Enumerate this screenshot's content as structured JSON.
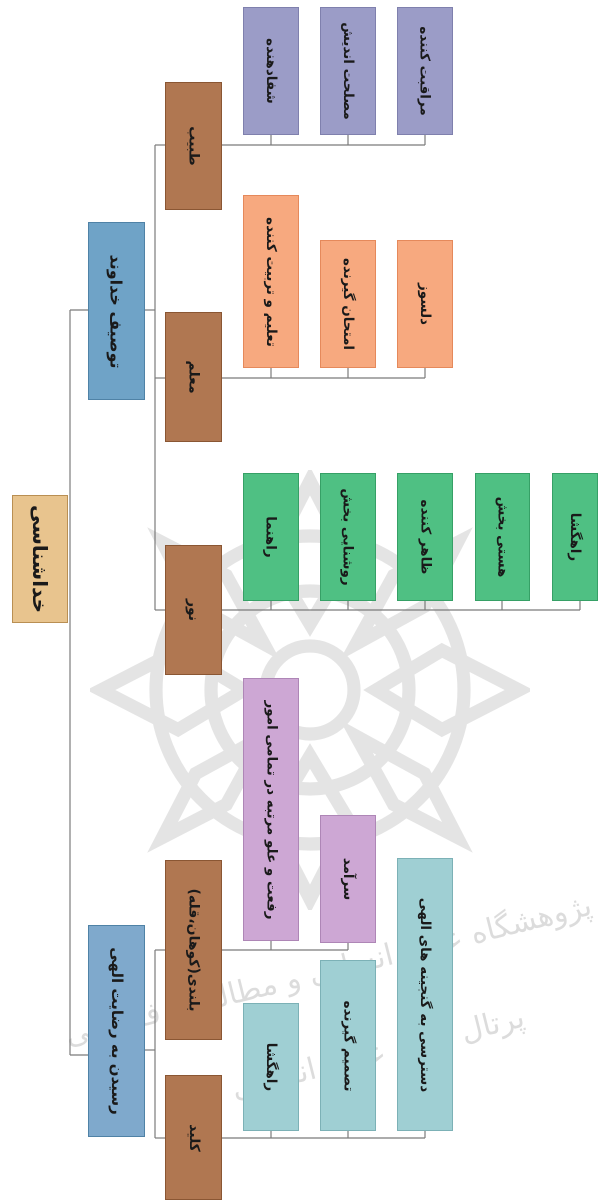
{
  "root": "خداشناسی",
  "branches": [
    {
      "label": "توصیف خداوند",
      "children": [
        {
          "label": "طبیب",
          "leaves": [
            "شفادهنده",
            "مصلحت اندیش",
            "مراقبت کننده"
          ]
        },
        {
          "label": "معلم",
          "leaves": [
            "تعلیم و تربیت کننده",
            "امتحان گیرنده",
            "دلسوز"
          ]
        },
        {
          "label": "نور",
          "leaves": [
            "راهنما",
            "روشنایی بخش",
            "ظاهر کننده",
            "هستی بخش",
            "راهگشا"
          ]
        }
      ]
    },
    {
      "label": "رسیدن به رضایت الهی",
      "children": [
        {
          "label": "بلندی(کوهان،قله)",
          "leaves": [
            "رفعت و علو مرتبه در تمامی امور",
            "سرآمد"
          ]
        },
        {
          "label": "کلید",
          "leaves": [
            "راهگشا",
            "تصمیم گیرنده",
            "دسترسی به گنجینه های الهی"
          ]
        }
      ]
    }
  ],
  "colors": {
    "root": "#e8c48e",
    "level1": "#6fa3c7",
    "level2": "#b07751",
    "purple": "#9b9cc7",
    "orange": "#f7a97f",
    "green": "#4fc083",
    "mauve": "#cda7d4",
    "teal": "#9fcfd3",
    "connector": "#7b7b7b"
  },
  "watermark": {
    "lines": [
      "پژوهشگاه علوم انسانی و مطالعات فرهنگی",
      "پرتال جامع علوم انسانی"
    ]
  }
}
